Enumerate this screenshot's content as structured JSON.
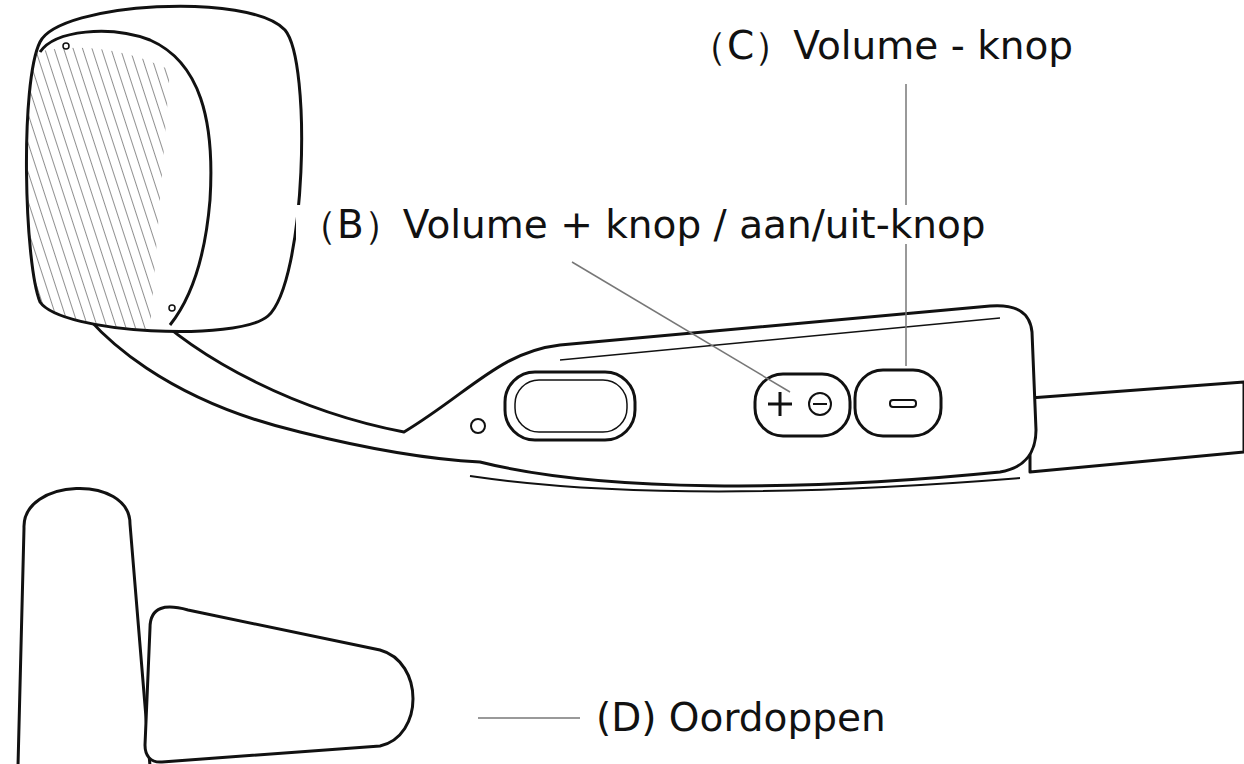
{
  "diagram": {
    "labels": [
      "（C）Volume - knop",
      "（B）Volume + knop / aan/uit-knop",
      "(D) Oordoppen"
    ]
  }
}
